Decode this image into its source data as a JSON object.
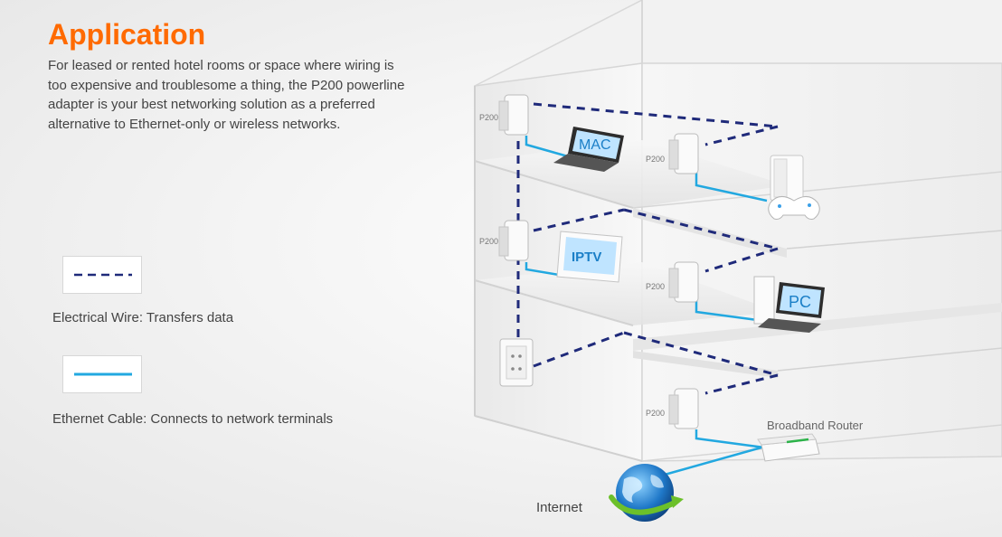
{
  "header": {
    "title": "Application",
    "description": "For leased or rented hotel rooms or space where wiring is too expensive and troublesome a thing, the P200 powerline adapter is your best networking solution as a preferred alternative to Ethernet-only or wireless networks."
  },
  "legend": {
    "electrical": "Electrical Wire: Transfers data",
    "ethernet": "Ethernet Cable: Connects to network terminals"
  },
  "diagram": {
    "adapter_label": "P200",
    "device_mac": "MAC",
    "device_iptv": "IPTV",
    "device_pc": "PC",
    "router_label": "Broadband Router",
    "internet_label": "Internet"
  },
  "colors": {
    "title": "#ff6a00",
    "electrical_wire": "#1f2a7a",
    "ethernet_cable": "#22a8e0",
    "router_led": "#2db34a",
    "globe_arrow": "#6cc02a"
  }
}
